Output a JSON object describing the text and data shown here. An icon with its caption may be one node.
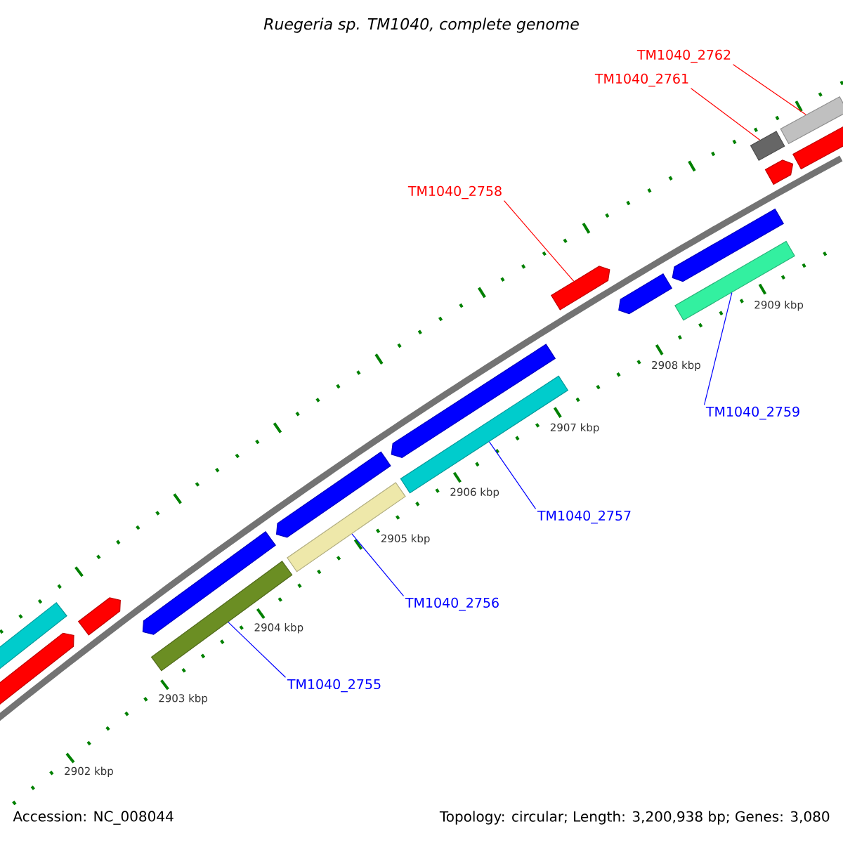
{
  "diagram": {
    "title": "Ruegeria sp. TM1040, complete genome",
    "nodes": [
      {
        "text": [
          "TM1040_2762"
        ]
      },
      {
        "text": [
          "TM1040_2761"
        ]
      },
      {
        "text": [
          "TM1040_2758"
        ]
      },
      {
        "text": [
          "TM1040_2759"
        ]
      },
      {
        "text": [
          "TM1040_2757"
        ]
      },
      {
        "text": [
          "TM1040_2756"
        ]
      },
      {
        "text": [
          "TM1040_2755"
        ]
      },
      {
        "text": [],
        "shape": "pentagon"
      },
      {
        "text": [],
        "shape": "bar"
      },
      {
        "text": [],
        "shape": "pentagon"
      },
      {
        "text": [],
        "shape": "bar"
      },
      {
        "text": [],
        "shape": "pentagon"
      },
      {
        "text": [],
        "shape": "bar"
      },
      {
        "text": [],
        "shape": "pentagon"
      },
      {
        "text": [],
        "shape": "bar"
      },
      {
        "text": [],
        "shape": "pentagon"
      },
      {
        "text": [],
        "shape": "pentagon"
      },
      {
        "text": [],
        "shape": "pentagon"
      },
      {
        "text": [],
        "shape": "bar"
      },
      {
        "text": [],
        "shape": "pentagon"
      },
      {
        "text": [],
        "shape": "bar"
      },
      {
        "text": [],
        "shape": "pentagon"
      },
      {
        "text": [],
        "shape": "bar"
      },
      {
        "text": [],
        "shape": "pentagon"
      }
    ],
    "edges": [
      {
        "from": 0,
        "to": 22,
        "arrow": "none",
        "color": "#ff0000"
      },
      {
        "from": 1,
        "to": 20,
        "arrow": "none",
        "color": "#ff0000"
      },
      {
        "from": 2,
        "to": 16,
        "arrow": "none",
        "color": "#ff0000"
      },
      {
        "from": 3,
        "to": 18,
        "arrow": "none"
      },
      {
        "from": 4,
        "to": 14,
        "arrow": "none"
      },
      {
        "from": 5,
        "to": 12,
        "arrow": "none"
      },
      {
        "from": 6,
        "to": 10,
        "arrow": "none"
      }
    ],
    "labels": [
      "2909 kbp",
      "2908 kbp",
      "2907 kbp",
      "2906 kbp",
      "2905 kbp",
      "2904 kbp",
      "2903 kbp",
      "2902 kbp",
      "Accession: NC_008044",
      "Topology: circular; Length: 3,200,938 bp; Genes: 3,080"
    ]
  }
}
